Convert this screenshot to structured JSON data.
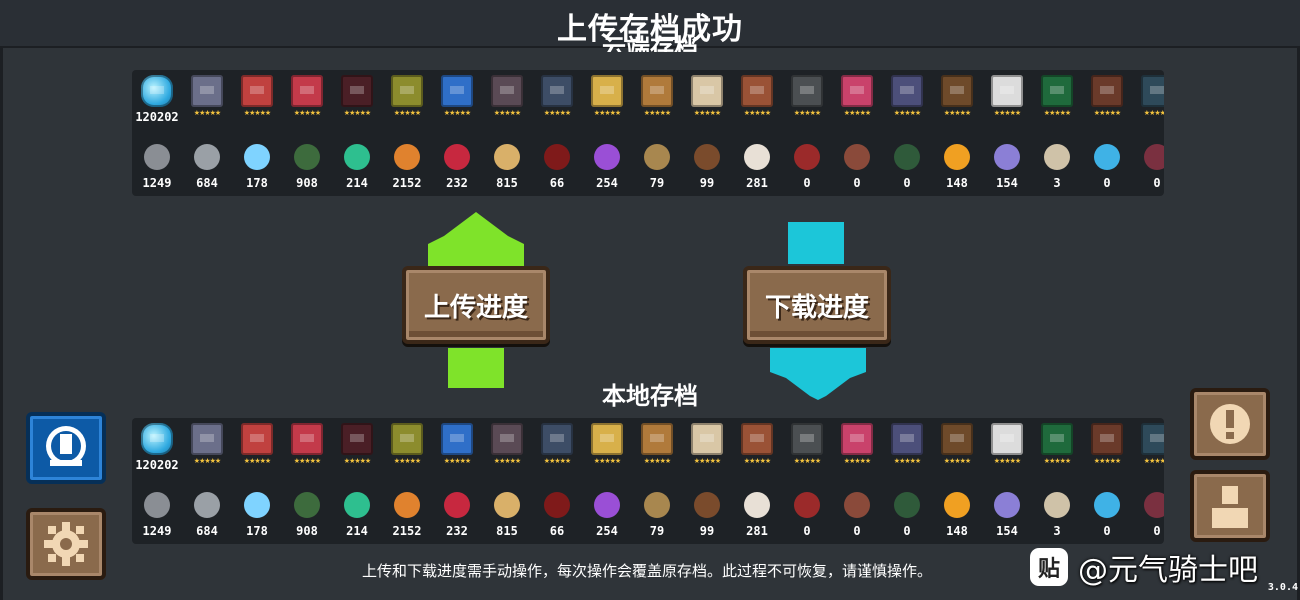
{
  "title": "上传存档成功",
  "cloud_label": "云端存档",
  "local_label": "本地存档",
  "upload_label": "上传进度",
  "download_label": "下载进度",
  "notice": "上传和下载进度需手动操作，每次操作会覆盖原存档。此过程不可恢复，请谨慎操作。",
  "watermark": "@元气骑士吧",
  "version": "3.0.4",
  "colors": {
    "upload_arrow": "#7fe32a",
    "download_arrow": "#1cc6d9",
    "wood": "#8a6a4c",
    "stars": "#f2c23e"
  },
  "gems": "120202",
  "characters": [
    {
      "icon": "knight",
      "color": "#6b6f8a"
    },
    {
      "icon": "rogue",
      "color": "#c0413f"
    },
    {
      "icon": "wizard",
      "color": "#c33a4a"
    },
    {
      "icon": "assassin",
      "color": "#4a1f26"
    },
    {
      "icon": "engineer",
      "color": "#8c8c2d"
    },
    {
      "icon": "robot",
      "color": "#2f6fc8"
    },
    {
      "icon": "vampire",
      "color": "#5a4a55"
    },
    {
      "icon": "paladin",
      "color": "#3d4d66"
    },
    {
      "icon": "elf",
      "color": "#d8b04a"
    },
    {
      "icon": "werewolf",
      "color": "#b07a3b"
    },
    {
      "icon": "priest",
      "color": "#d9c7a6"
    },
    {
      "icon": "druid",
      "color": "#9a5236"
    },
    {
      "icon": "berserker",
      "color": "#4b4f52"
    },
    {
      "icon": "necromancer",
      "color": "#c9426b"
    },
    {
      "icon": "demon",
      "color": "#4c4f7a"
    },
    {
      "icon": "taoist",
      "color": "#6e4a2a"
    },
    {
      "icon": "officer",
      "color": "#dcdcdc"
    },
    {
      "icon": "book-green",
      "color": "#1f6a3c"
    },
    {
      "icon": "book-brown",
      "color": "#6a3a2a"
    },
    {
      "icon": "extra",
      "color": "#2e4a5a"
    }
  ],
  "materials": [
    {
      "icon": "ore",
      "color": "#8a8e94",
      "count": "1249"
    },
    {
      "icon": "gear",
      "color": "#9aa0a6",
      "count": "684"
    },
    {
      "icon": "ice-crystal",
      "color": "#7fd3ff",
      "count": "178"
    },
    {
      "icon": "battery",
      "color": "#3d6b3d",
      "count": "908"
    },
    {
      "icon": "green-crystal",
      "color": "#2ebf8f",
      "count": "214"
    },
    {
      "icon": "orange-gem",
      "color": "#e0822e",
      "count": "2152"
    },
    {
      "icon": "red-crystal",
      "color": "#c7283f",
      "count": "232"
    },
    {
      "icon": "wood-plank",
      "color": "#d9b069",
      "count": "815"
    },
    {
      "icon": "chip",
      "color": "#7f1a1a",
      "count": "66"
    },
    {
      "icon": "purple-crystal",
      "color": "#9a4fd6",
      "count": "254"
    },
    {
      "icon": "horn",
      "color": "#a8874f",
      "count": "79"
    },
    {
      "icon": "log",
      "color": "#7a4b2c",
      "count": "99"
    },
    {
      "icon": "seed-bag",
      "color": "#e8e0d6",
      "count": "281"
    },
    {
      "icon": "red-device",
      "color": "#9b2a2a",
      "count": "0"
    },
    {
      "icon": "totem",
      "color": "#8a4a3a",
      "count": "0"
    },
    {
      "icon": "t-device",
      "color": "#2f5a3a",
      "count": "0"
    },
    {
      "icon": "fire-crystal",
      "color": "#f0a022",
      "count": "148"
    },
    {
      "icon": "dark-crystal",
      "color": "#8b7fd6",
      "count": "154"
    },
    {
      "icon": "scroll",
      "color": "#cfc2a8",
      "count": "3"
    },
    {
      "icon": "feather",
      "color": "#3fb2e6",
      "count": "0"
    },
    {
      "icon": "extra",
      "color": "#7a3040",
      "count": "0"
    }
  ]
}
